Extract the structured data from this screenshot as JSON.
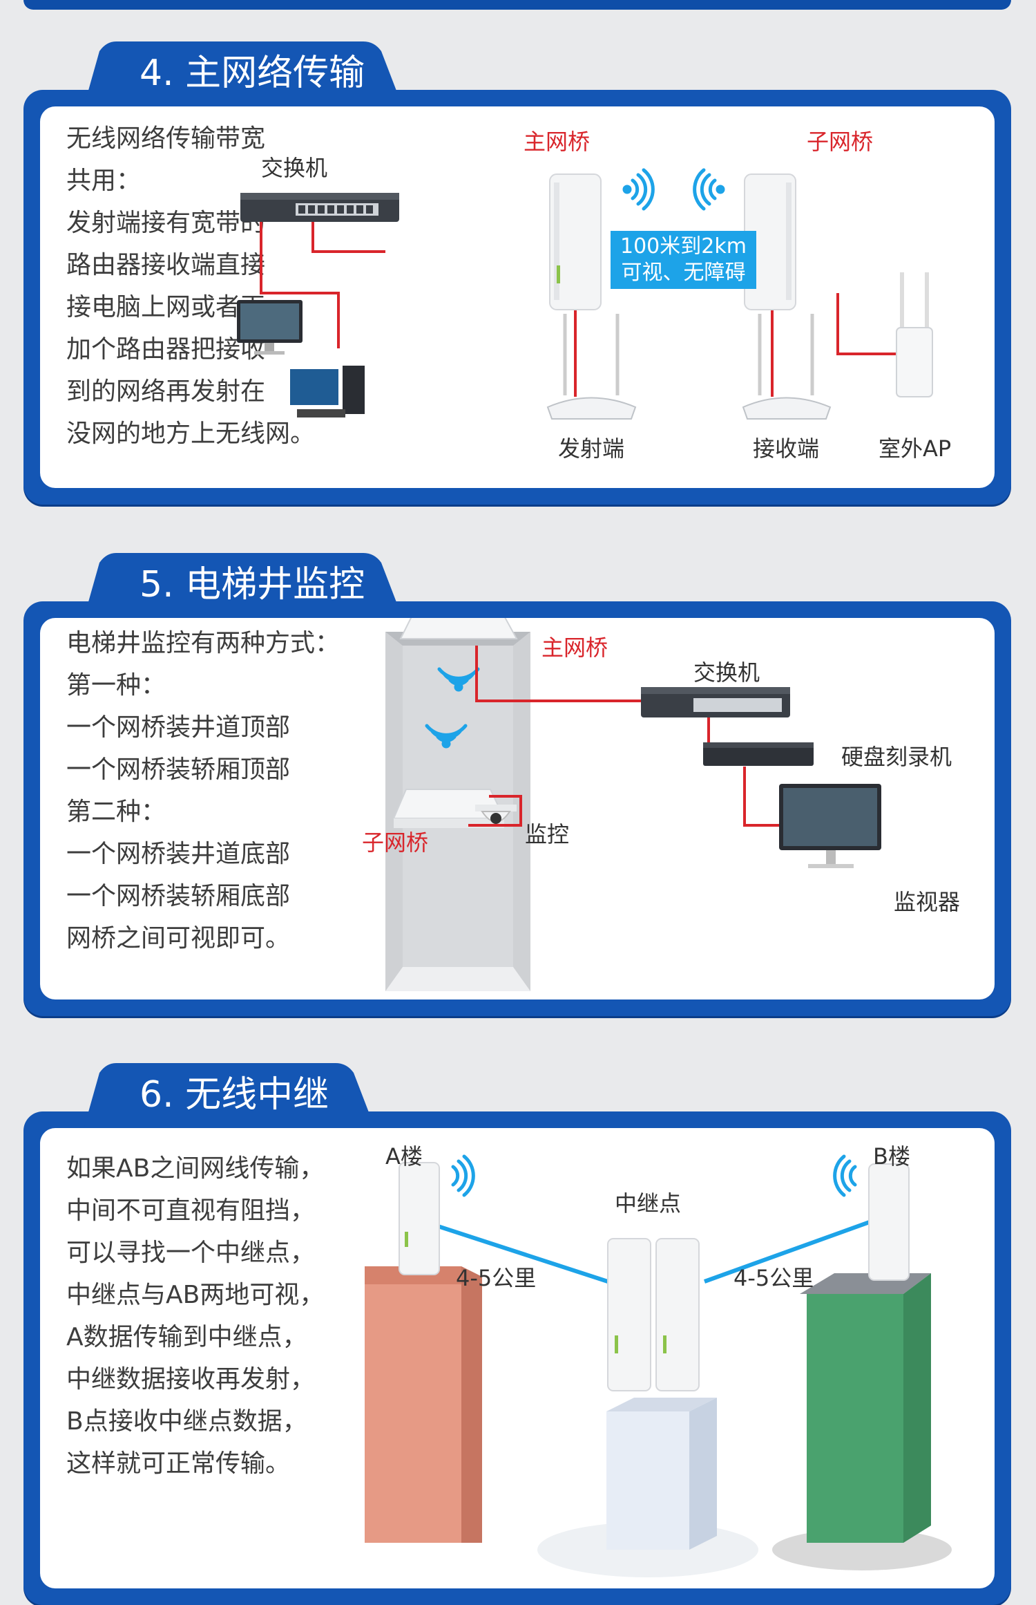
{
  "sections": [
    {
      "title": "4. 主网络传输",
      "desc": [
        "无线网络传输带宽",
        "共用：",
        "发射端接有宽带的",
        "路由器接收端直接",
        "接电脑上网或者再",
        "加个路由器把接收",
        "到的网络再发射在",
        "没网的地方上无线网。"
      ],
      "labels": {
        "switch": "交换机",
        "main_bridge": "主网桥",
        "sub_bridge": "子网桥",
        "distance": "100米到2km",
        "visibility": "可视、无障碍",
        "transmitter": "发射端",
        "receiver": "接收端",
        "outdoor_ap": "室外AP"
      }
    },
    {
      "title": "5. 电梯井监控",
      "desc": [
        "电梯井监控有两种方式：",
        "第一种：",
        "一个网桥装井道顶部",
        "一个网桥装轿厢顶部",
        "第二种：",
        "一个网桥装井道底部",
        "一个网桥装轿厢底部",
        "网桥之间可视即可。"
      ],
      "labels": {
        "main_bridge": "主网桥",
        "switch": "交换机",
        "nvr": "硬盘刻录机",
        "sub_bridge": "子网桥",
        "camera": "监控",
        "monitor": "监视器"
      }
    },
    {
      "title": "6. 无线中继",
      "desc": [
        "如果AB之间网线传输，",
        "中间不可直视有阻挡，",
        "可以寻找一个中继点，",
        "中继点与AB两地可视，",
        "A数据传输到中继点，",
        "中继数据接收再发射，",
        "B点接收中继点数据，",
        "这样就可正常传输。"
      ],
      "labels": {
        "building_a": "A楼",
        "relay": "中继点",
        "building_b": "B楼",
        "dist_left": "4-5公里",
        "dist_right": "4-5公里"
      }
    }
  ],
  "colors": {
    "brand_blue": "#1456b4",
    "link_red": "#d9252b",
    "wifi_blue": "#1da3e8"
  }
}
